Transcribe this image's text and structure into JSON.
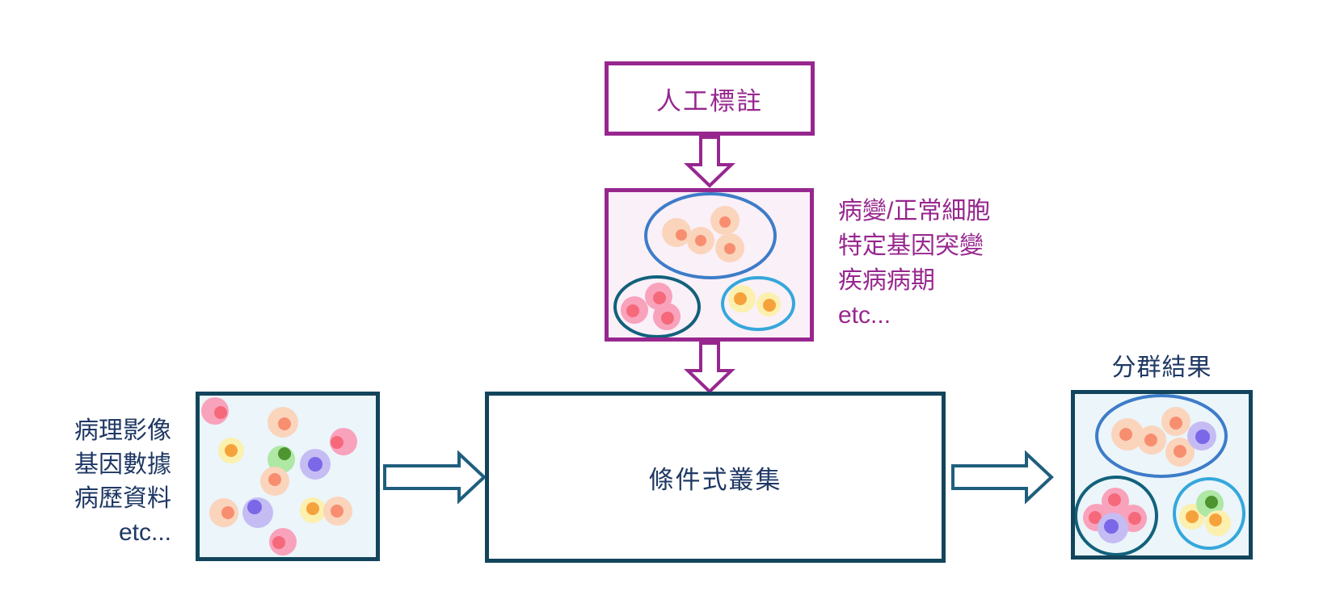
{
  "diagram": {
    "annotation_box": {
      "label": "人工標註"
    },
    "condition_lines": [
      "病變/正常細胞",
      "特定基因突變",
      "疾病病期",
      "etc..."
    ],
    "input_lines": [
      "病理影像",
      "基因數據",
      "病歷資料",
      "etc..."
    ],
    "process_box": {
      "label": "條件式叢集"
    },
    "result_title": "分群結果",
    "colors": {
      "purple_accent": "#97278F",
      "navy_text": "#1F3864",
      "box_border": "#12455C",
      "arrow_outline": "#1F5E7D",
      "panel_blue_bg": "#EBF5FA",
      "panel_pink_bg": "#FAF0F8",
      "cluster_outline_blue": "#3D7CC8",
      "cluster_outline_dark_teal": "#12617B",
      "cluster_outline_cyan": "#35A7DB",
      "cell_peach": "#FBD4BC",
      "cell_peach_nucleus": "#F78E70",
      "cell_pink": "#F9A2BC",
      "cell_pink_nucleus": "#F5697B",
      "cell_yellow": "#FCF0AE",
      "cell_yellow_nucleus": "#F6A23C",
      "cell_green": "#AEE8A4",
      "cell_green_nucleus": "#4E9430",
      "cell_purple": "#C5BCF4",
      "cell_purple_nucleus": "#7A68E8"
    }
  }
}
